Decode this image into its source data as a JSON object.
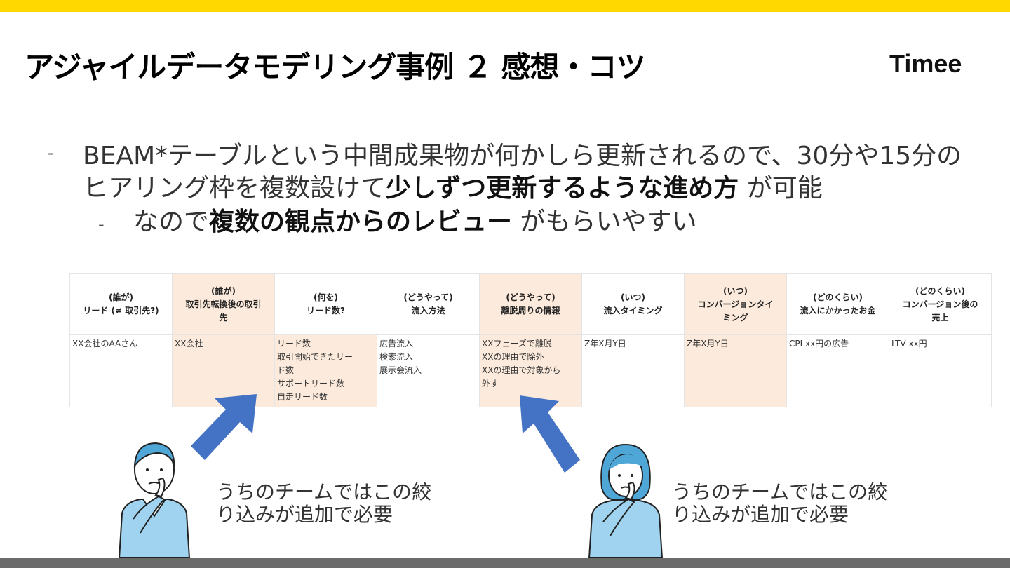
{
  "header": {
    "title": "アジャイルデータモデリング事例 ２ 感想・コツ",
    "logo": "Timee"
  },
  "bullets": {
    "main": {
      "dash": "-",
      "line1": "BEAM*テーブルという中間成果物が何かしら更新されるので、30分や15分の",
      "line2_prefix": "ヒアリング枠を複数設けて",
      "line2_bold": "少しずつ更新するような進め方",
      "line2_suffix": " が可能"
    },
    "sub": {
      "dash": "-",
      "prefix": "なので",
      "bold": "複数の観点からのレビュー",
      "suffix": " がもらいやすい"
    }
  },
  "table": {
    "headers": [
      [
        "(誰が)",
        "リード (≠ 取引先?)"
      ],
      [
        "(誰が)",
        "取引先転換後の取引",
        "先"
      ],
      [
        "(何を)",
        "リード数?"
      ],
      [
        "(どうやって)",
        "流入方法"
      ],
      [
        "(どうやって)",
        "離脱周りの情報"
      ],
      [
        "(いつ)",
        "流入タイミング"
      ],
      [
        "(いつ)",
        "コンバージョンタイ",
        "ミング"
      ],
      [
        "(どのくらい)",
        "流入にかかったお金"
      ],
      [
        "(どのくらい)",
        "コンバージョン後の",
        "売上"
      ]
    ],
    "cells": [
      [
        "XX会社のAAさん"
      ],
      [
        "XX会社"
      ],
      [
        "リード数",
        "取引開始できたリー",
        "ド数",
        "サポートリード数",
        "自走リード数"
      ],
      [
        "広告流入",
        "検索流入",
        "展示会流入"
      ],
      [
        "XXフェーズで離脱",
        "XXの理由で除外",
        "XXの理由で対象から",
        "外す"
      ],
      [
        "Z年X月Y日"
      ],
      [
        "Z年X月Y日"
      ],
      [
        "CPI xx円の広告"
      ],
      [
        "LTV xx円"
      ]
    ],
    "highlight_color": "#fcebdc"
  },
  "comments": {
    "left": [
      "うちのチームではこの絞",
      "り込みが追加で必要"
    ],
    "right": [
      "うちのチームではこの絞",
      "り込みが追加で必要"
    ]
  },
  "colors": {
    "top_bar": "#ffd800",
    "bottom_bar": "#6b6b6b",
    "arrow": "#4472c4",
    "person_shirt": "#9fd3ef",
    "person_skin": "#ffffff"
  },
  "icons": [
    "arrow-up-right-icon",
    "arrow-up-left-icon",
    "thinking-man-icon",
    "thinking-woman-icon"
  ]
}
